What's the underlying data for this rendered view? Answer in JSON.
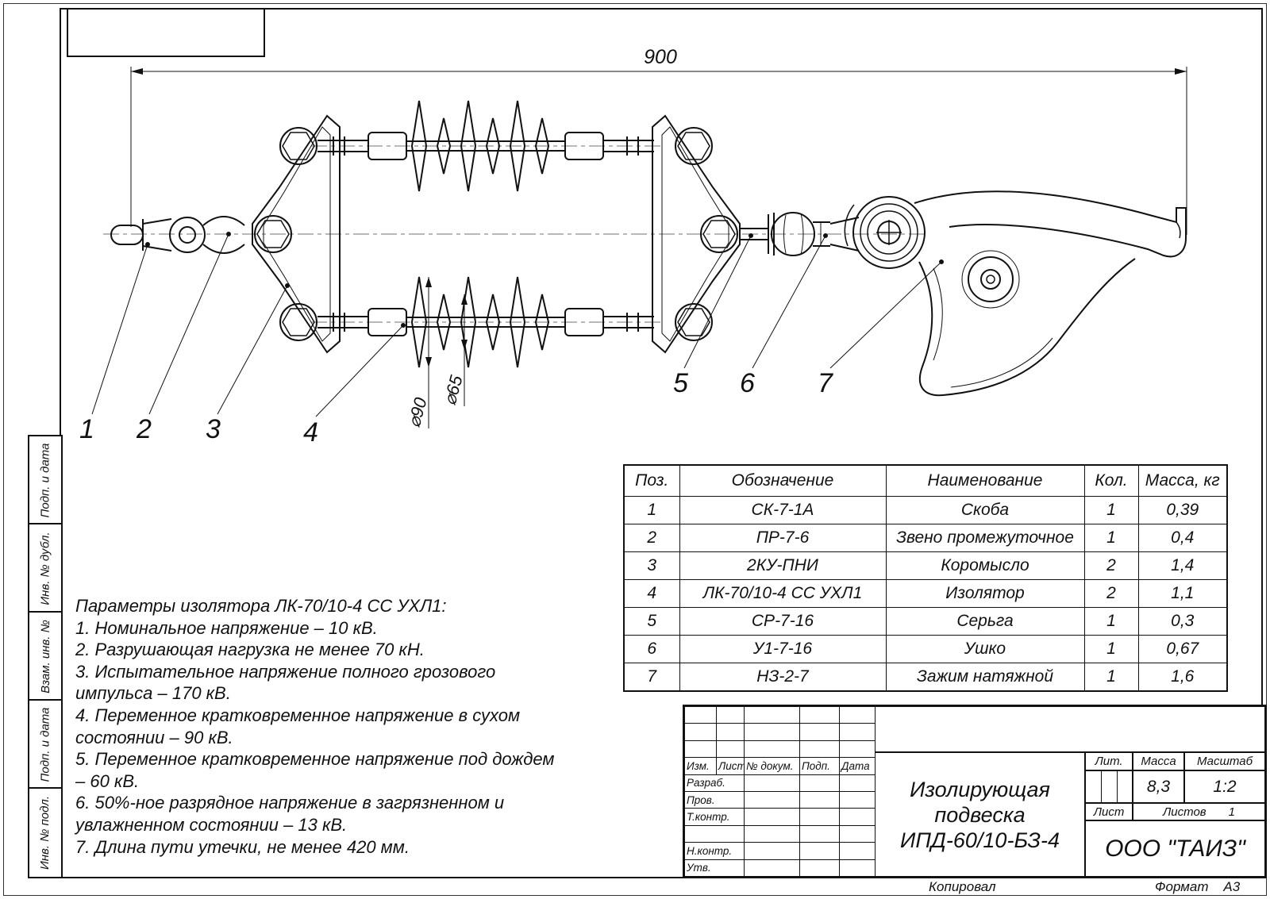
{
  "page": {
    "copied_label": "Копировал",
    "format_label": "Формат",
    "format_value": "А3"
  },
  "side_column": {
    "labels": [
      "Подп. и дата",
      "Инв. № дубл.",
      "Взам. инв. №",
      "Подп. и дата",
      "Инв. № подл."
    ]
  },
  "drawing": {
    "overall_dimension": "900",
    "diameter_large": "⌀90",
    "diameter_small": "⌀65",
    "callouts": [
      "1",
      "2",
      "3",
      "4",
      "5",
      "6",
      "7"
    ]
  },
  "notes": {
    "title": "Параметры изолятора ЛК-70/10-4 СС УХЛ1:",
    "lines": [
      "1. Номинальное напряжение – 10 кВ.",
      "2. Разрушающая нагрузка не менее 70 кН.",
      "3. Испытательное напряжение полного грозового",
      "импульса – 170 кВ.",
      "4. Переменное кратковременное напряжение  в сухом",
      "состоянии – 90 кВ.",
      "5. Переменное кратковременное напряжение под дождем",
      "– 60 кВ.",
      "6. 50%-ное разрядное напряжение в загрязненном и",
      "увлажненном состоянии – 13 кВ.",
      "7. Длина пути утечки, не менее 420 мм."
    ]
  },
  "parts_table": {
    "headers": [
      "Поз.",
      "Обозначение",
      "Наименование",
      "Кол.",
      "Масса, кг"
    ],
    "rows": [
      [
        "1",
        "СК-7-1А",
        "Скоба",
        "1",
        "0,39"
      ],
      [
        "2",
        "ПР-7-6",
        "Звено промежуточное",
        "1",
        "0,4"
      ],
      [
        "3",
        "2КУ-ПНИ",
        "Коромысло",
        "2",
        "1,4"
      ],
      [
        "4",
        "ЛК-70/10-4 СС УХЛ1",
        "Изолятор",
        "2",
        "1,1"
      ],
      [
        "5",
        "СР-7-16",
        "Серьга",
        "1",
        "0,3"
      ],
      [
        "6",
        "У1-7-16",
        "Ушко",
        "1",
        "0,67"
      ],
      [
        "7",
        "НЗ-2-7",
        "Зажим натяжной",
        "1",
        "1,6"
      ]
    ]
  },
  "title_block": {
    "header_cells": [
      "Изм.",
      "Лист",
      "№ докум.",
      "Подп.",
      "Дата"
    ],
    "roles": [
      "Разраб.",
      "Пров.",
      "Т.контр.",
      "Н.контр.",
      "Утв."
    ],
    "doc_title_line1": "Изолирующая подвеска",
    "doc_title_line2": "ИПД-60/10-БЗ-4",
    "lit_label": "Лит.",
    "mass_label": "Масса",
    "scale_label": "Масштаб",
    "mass_value": "8,3",
    "scale_value": "1:2",
    "sheet_label": "Лист",
    "sheets_label": "Листов",
    "sheets_value": "1",
    "company": "ООО \"ТАИЗ\""
  }
}
